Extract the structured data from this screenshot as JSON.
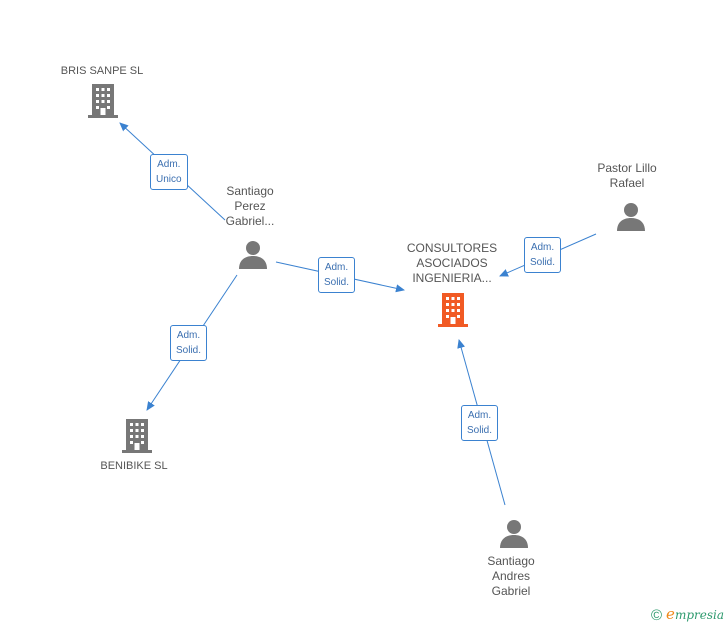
{
  "colors": {
    "edge": "#3b82d0",
    "company": "#777777",
    "company_focus": "#f15a24",
    "person": "#777777"
  },
  "nodes": {
    "bris_sanpe": {
      "label": "BRIS SANPE SL",
      "icon": "building-icon"
    },
    "benibike": {
      "label": "BENIBIKE SL",
      "icon": "building-icon"
    },
    "consultores": {
      "label_line1": "CONSULTORES",
      "label_line2": "ASOCIADOS",
      "label_line3": "INGENIERIA...",
      "icon": "building-icon"
    },
    "santiago_perez": {
      "label_line1": "Santiago",
      "label_line2": "Perez",
      "label_line3": "Gabriel...",
      "icon": "person-icon"
    },
    "pastor_lillo": {
      "label_line1": "Pastor Lillo",
      "label_line2": "Rafael",
      "icon": "person-icon"
    },
    "santiago_andres": {
      "label_line1": "Santiago",
      "label_line2": "Andres",
      "label_line3": "Gabriel",
      "icon": "person-icon"
    }
  },
  "edges": {
    "e1": {
      "line1": "Adm.",
      "line2": "Unico"
    },
    "e2": {
      "line1": "Adm.",
      "line2": "Solid."
    },
    "e3": {
      "line1": "Adm.",
      "line2": "Solid."
    },
    "e4": {
      "line1": "Adm.",
      "line2": "Solid."
    },
    "e5": {
      "line1": "Adm.",
      "line2": "Solid."
    }
  },
  "footer": {
    "copyright": "©",
    "brand_initial": "e",
    "brand_rest": "mpresia"
  }
}
